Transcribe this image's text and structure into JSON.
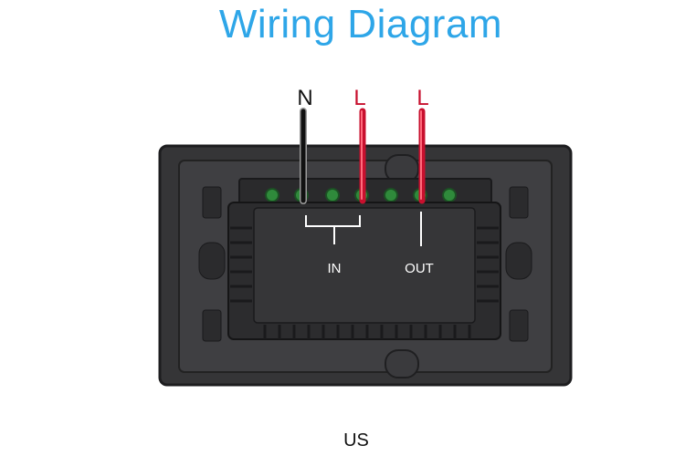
{
  "title": "Wiring Diagram",
  "wires": [
    {
      "label": "N",
      "color": "#111111"
    },
    {
      "label": "L",
      "color": "#c8102e"
    },
    {
      "label": "L",
      "color": "#c8102e"
    }
  ],
  "terminals": {
    "in_label": "IN",
    "out_label": "OUT"
  },
  "caption": "US",
  "colors": {
    "title": "#2ea6e8",
    "live_wire": "#c8102e",
    "neutral_wire": "#111111",
    "plate": "#3a3a3c",
    "terminal": "#2f8a3b"
  }
}
